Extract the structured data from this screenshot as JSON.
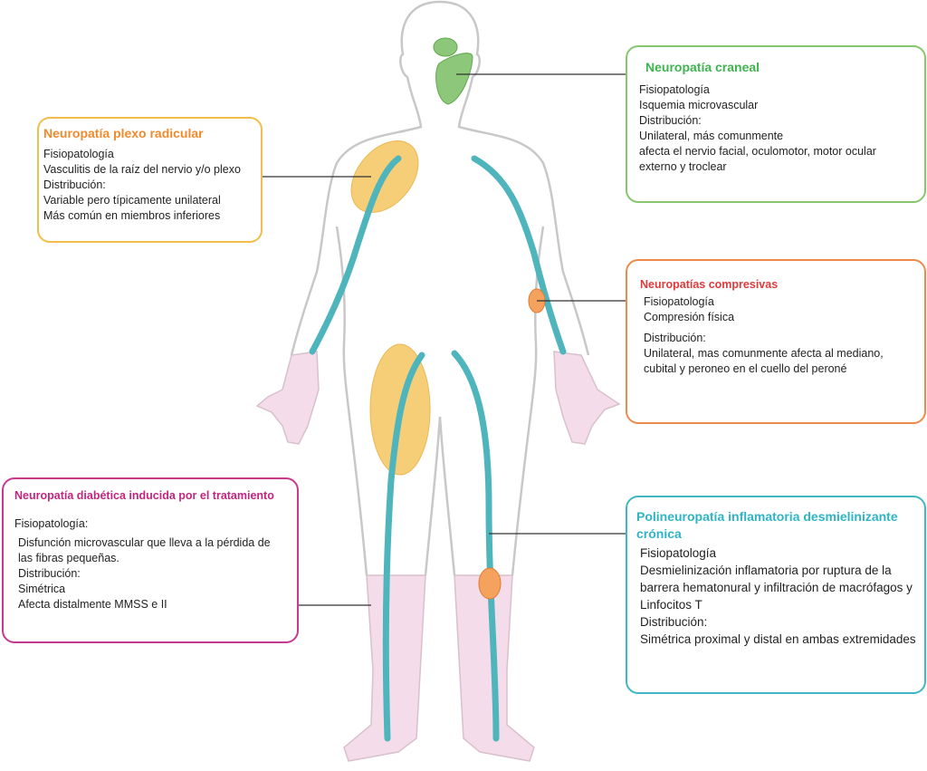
{
  "colors": {
    "nerve": "#4fb5bd",
    "patch_yellow": "#f7c96a",
    "patch_orange": "#f5a25e",
    "face_green": "#8dc87a",
    "skin_pink": "#f5dcea",
    "outline": "#c8c8c8"
  },
  "boxes": {
    "plexo": {
      "title": "Neuropatía plexo radicular",
      "lines": [
        "Fisiopatología",
        "Vasculitis de la raíz del nervio y/o plexo",
        "Distribución:",
        "Variable pero típicamente unilateral",
        "Más común en miembros inferiores"
      ]
    },
    "craneal": {
      "title": "Neuropatía craneal",
      "lines": [
        "Fisiopatología",
        "Isquemia microvascular",
        "Distribución:",
        "Unilateral, más comunmente",
        "afecta el nervio facial, oculomotor, motor ocular externo y troclear"
      ]
    },
    "compresivas": {
      "title": "Neuropatías compresivas",
      "lines": [
        "Fisiopatología",
        "Compresión física",
        "Distribución:",
        "Unilateral, mas comunmente afecta al mediano, cubital y peroneo en el cuello del peroné"
      ]
    },
    "diabetica": {
      "title": "Neuropatía diabética inducida por el tratamiento",
      "lines": [
        "Fisiopatología:",
        "Disfunción microvascular que lleva a la pérdida de las fibras pequeñas.",
        "Distribución:",
        "Simétrica",
        "Afecta distalmente MMSS e II"
      ]
    },
    "poli": {
      "title": "Polineuropatía inflamatoria desmielinizante crónica",
      "lines": [
        "Fisiopatología",
        "Desmielinización inflamatoria por ruptura de la barrera hematonural y infiltración de macrófagos y Linfocitos T",
        "Distribución:",
        "Simétrica proximal y distal en ambas extremidades"
      ]
    }
  }
}
